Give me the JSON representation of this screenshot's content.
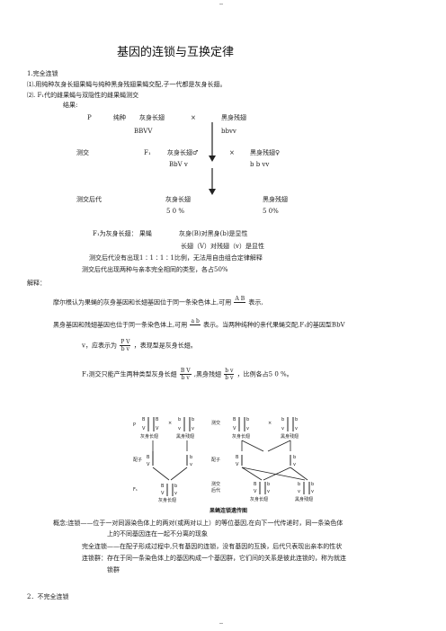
{
  "page": {
    "header_mark": "--",
    "footer_mark": "--",
    "title": "基因的连锁与互换定律",
    "section1": "1.完全连锁",
    "item1": "⑴.用纯种灰身长翅果蝇与纯种黑身残翅果蝇交配,子一代都是灰身长翅。",
    "item2": "⑵.  F₁代的雌果蝇与双隐性的雌果蝇测交",
    "result": "结果:",
    "row_p_label": "P",
    "row_p_pure": "纯种",
    "row_p_grey": "灰身长翅",
    "cross": "×",
    "row_p_black": "黑身残翅",
    "row_p_g1": "BBVV",
    "row_p_g2": "bbvv",
    "test_label": "测交",
    "f1_label": "F₁",
    "test_grey": "灰身长翅♂",
    "test_black": "黑身残翅♀",
    "test_g1": "BbV v",
    "test_g2": "b b vv",
    "offspring_label": "测交后代",
    "off_grey": "灰身长翅",
    "off_black": "黑身残翅",
    "pct1": "5 0 %",
    "pct2": "5 0%",
    "note1_a": "F₁为灰身长翅：  果蝇",
    "note1_b": "灰身(B)对黑身(b)是显性",
    "note2": "长翅（V）对残翅（v）是显性",
    "note3": "测交后代没有出现1∶1∶1∶1比例，无法用自由组合定律解释",
    "note4": "测交后代出现两种与亲本完全相同的类型，各占50%",
    "explain": "解释：",
    "para1_a": "摩尔根认为果蝇的灰身基因和长翅基因位于同一条染色体上,可用",
    "para1_b": "表示,",
    "para2_a": "黑身基因和残翅基因也位于同一条染色体上,可用",
    "para2_b": "表示。当两种纯种的亲代果蝇交配,F₁的基因型BbV",
    "para3_a": "v，应表示为",
    "para3_b": "，表现型是灰身长翅。",
    "para4_a": "F₁测交只能产生两种类型灰身长翅",
    "para4_b": ",黑身残翅",
    "para4_c": "，比例各占5 0 %。",
    "frac_ab_top": "A B",
    "frac_ab_bot": "",
    "frac_ab2_top": "a b",
    "frac_ab2_bot": "",
    "frac_pv_top": "P V",
    "frac_pv_bot": "b v",
    "frac_bv_top": "B V",
    "frac_bv_bot": "b v",
    "frac_bv2_top": "b v",
    "frac_bv2_bot": "b v",
    "concept1": "概念:连锁——位于一对同源染色体上的两对(或两对以上）的等位基因,在向下一代传递时，同一条染色体",
    "concept1b": "上的不同基因连在一起不分离的现象",
    "concept2": "完全连锁——在配子形成过程中,只有基因的连锁，没有基因的互换，后代只表现出亲本的性状",
    "concept3": "连锁群：存在于同一条染色体上的基因构成一个基因群，它们间的关系是彼此连锁的，称为就连",
    "concept3b": "锁群",
    "section2": "2．不完全连锁"
  },
  "figure": {
    "p_label": "P",
    "cross": "×",
    "test_label": "测交",
    "grey": "灰身长翅",
    "black": "黑身残翅",
    "gamete": "配子",
    "f1": "F₁",
    "test_off_1": "测交",
    "test_off_2": "后代",
    "caption": "果蝇连锁遗传图",
    "B": "B",
    "b": "b",
    "V": "V",
    "v": "v"
  }
}
